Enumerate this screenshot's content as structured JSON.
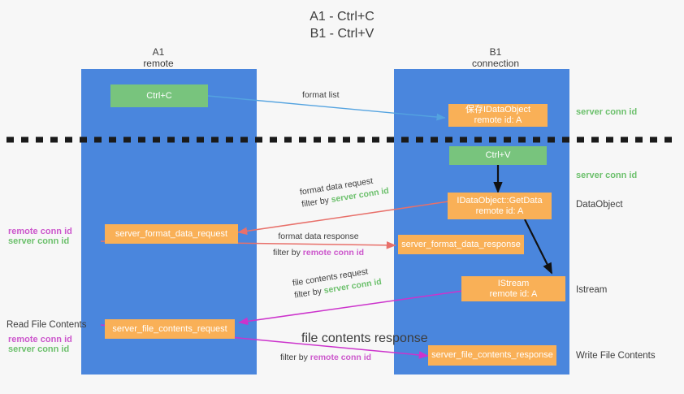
{
  "title": "A1 - Ctrl+C\nB1 - Ctrl+V",
  "columns": {
    "left": {
      "name": "A1",
      "role": "remote",
      "header": "A1\nremote"
    },
    "right": {
      "name": "B1",
      "role": "connection",
      "header": "B1\nconnection"
    }
  },
  "colors": {
    "lane": "#4a86dd",
    "green_box": "#78c47d",
    "orange_box": "#f9b057",
    "server_conn_id": "#6cc06c",
    "remote_conn_id": "#cc57cc",
    "arrow_blue": "#54a3e0",
    "arrow_red": "#e8706a",
    "arrow_magenta": "#cc33cc",
    "arrow_black": "#1a1a1a",
    "background": "#f7f7f7"
  },
  "boxes": {
    "ctrl_c": "Ctrl+C",
    "ctrl_v": "Ctrl+V",
    "save_idataobject": "保存IDataObject\nremote id: A",
    "getdata": "IDataObject::GetData\nremote id: A",
    "istream": "IStream\nremote id: A",
    "server_format_data_request": "server_format_data_request",
    "server_format_data_response": "server_format_data_response",
    "server_file_contents_request": "server_file_contents_request",
    "server_file_contents_response": "server_file_contents_response"
  },
  "edge_labels": {
    "format_list": "format list",
    "format_data_request": "format data request",
    "format_data_request_filter_prefix": "filter by ",
    "format_data_request_filter_value": "server conn id",
    "format_data_response": "format data response",
    "format_data_response_filter_prefix": "filter by ",
    "format_data_response_filter_value": "remote conn id",
    "file_contents_request": "file contents request",
    "file_contents_request_filter_prefix": "filter by ",
    "file_contents_request_filter_value": "server conn id",
    "file_contents_response": "file contents response",
    "file_contents_response_filter_prefix": "filter by ",
    "file_contents_response_filter_value": "remote conn id"
  },
  "right_labels": {
    "server_conn_id_top": "server conn id",
    "server_conn_id_mid": "server conn id",
    "dataobject": "DataObject",
    "istream": "Istream",
    "write_file_contents": "Write File Contents"
  },
  "left_labels": {
    "mid_remote": "remote conn id",
    "mid_server": "server conn id",
    "read_file_contents": "Read File Contents",
    "bottom_remote": "remote conn id",
    "bottom_server": "server conn id"
  }
}
